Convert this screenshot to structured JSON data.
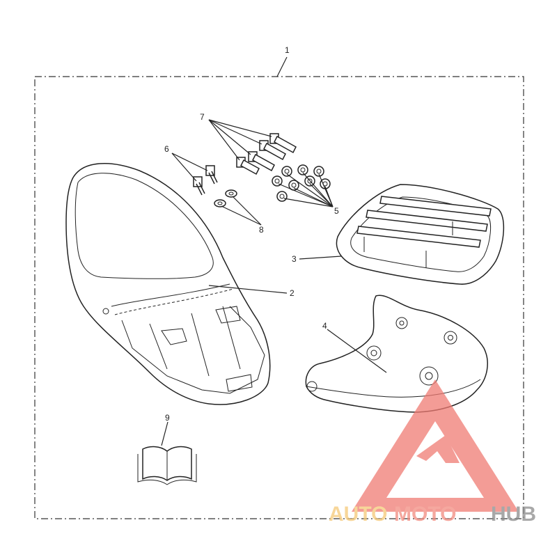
{
  "diagram": {
    "callouts": [
      "1",
      "2",
      "3",
      "4",
      "5",
      "6",
      "7",
      "8",
      "9"
    ]
  },
  "watermark": {
    "word_auto": "AUTO",
    "word_moto": "MOTO",
    "word_hub": "HUB",
    "colors": {
      "auto": "#f5c978",
      "moto": "#f28b80",
      "hub": "#8c8c8c",
      "triangle": "#f07b73"
    }
  }
}
